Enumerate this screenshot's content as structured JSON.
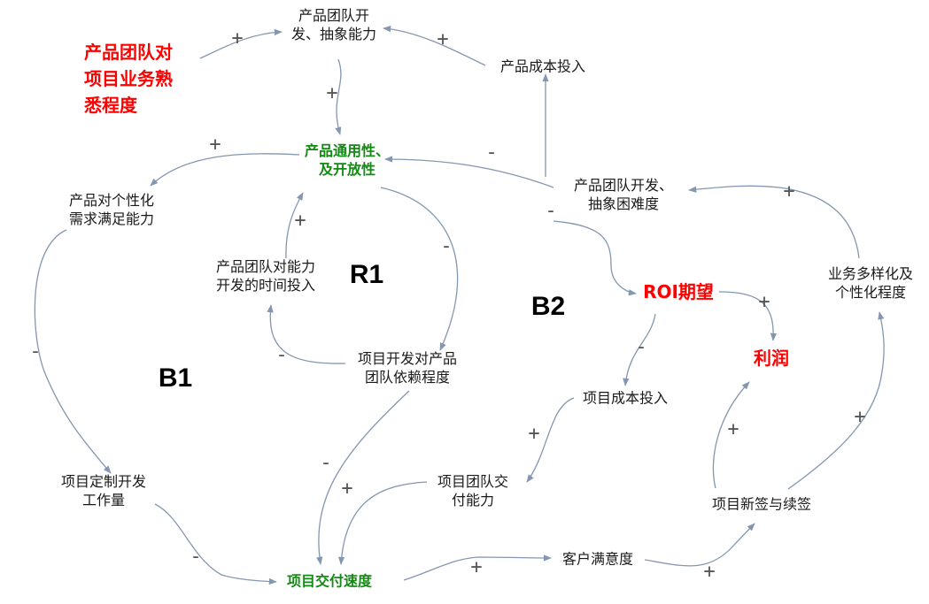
{
  "nodes": {
    "familiarity": [
      "产品团队对",
      "项目业务熟",
      "悉程度"
    ],
    "abstraction_ability": [
      "产品团队开",
      "发、抽象能力"
    ],
    "product_cost": [
      "产品成本投入"
    ],
    "generality": [
      "产品通用性、",
      "及开放性"
    ],
    "custom_ability": [
      "产品对个性化",
      "需求满足能力"
    ],
    "abstraction_difficulty": [
      "产品团队开发、",
      "抽象困难度"
    ],
    "time_invest": [
      "产品团队对能力",
      "开发的时间投入"
    ],
    "dependency": [
      "项目开发对产品",
      "团队依赖程度"
    ],
    "roi": [
      "ROI期望"
    ],
    "diversity": [
      "业务多样化及",
      "个性化程度"
    ],
    "profit": [
      "利润"
    ],
    "project_cost": [
      "项目成本投入"
    ],
    "team_delivery": [
      "项目团队交",
      "付能力"
    ],
    "custom_workload": [
      "项目定制开发",
      "工作量"
    ],
    "new_renewal": [
      "项目新签与续签"
    ],
    "delivery_speed": [
      "项目交付速度"
    ],
    "satisfaction": [
      "客户满意度"
    ]
  },
  "loops": {
    "r1": "R1",
    "b1": "B1",
    "b2": "B2"
  },
  "signs": {
    "s1": "+",
    "s2": "+",
    "s3": "+",
    "s4": "+",
    "s5": "-",
    "s6": "-",
    "s7": "+",
    "s8": "+",
    "s9": "-",
    "s10": "-",
    "s11": "-",
    "s12": "+",
    "s13": "-",
    "s14": "+",
    "s15": "+",
    "s16": "-",
    "s17": "+",
    "s18": "+",
    "s19": "+",
    "s20": "-",
    "s21": "+",
    "s22": "+"
  },
  "colors": {
    "arrow": "#8496b0",
    "red": "#ff0000",
    "green": "#138a13"
  }
}
